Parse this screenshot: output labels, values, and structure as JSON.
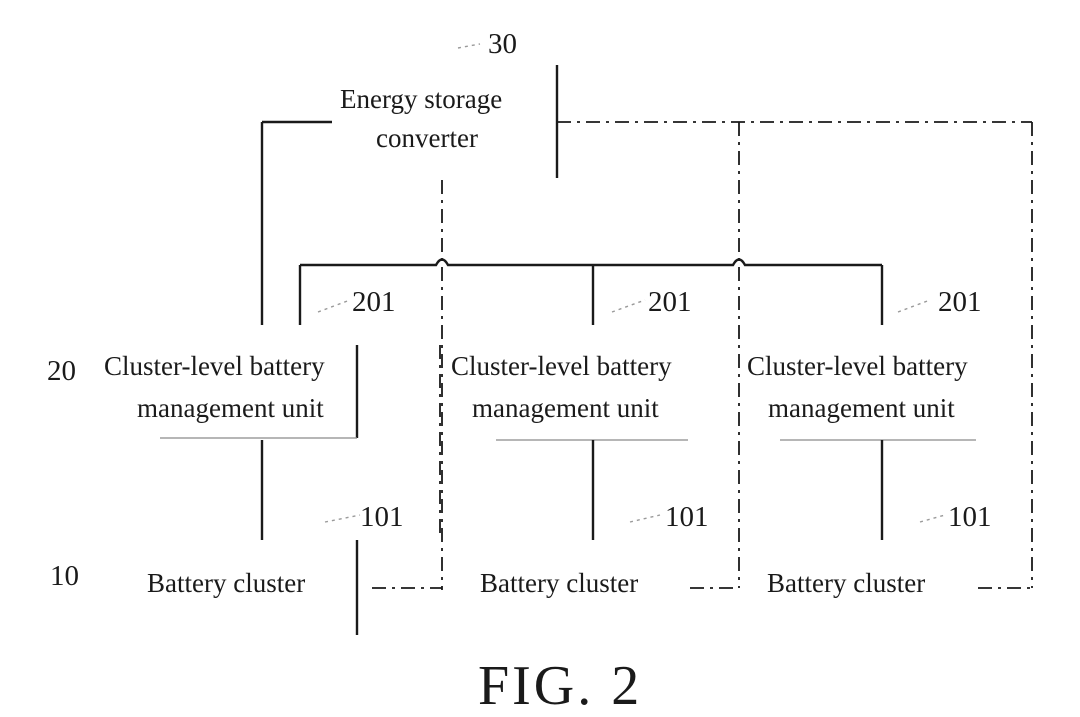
{
  "converter": {
    "ref": "30",
    "line1": "Energy storage",
    "line2": "converter"
  },
  "layer_refs": {
    "bmu_layer": "20",
    "cluster_layer": "10"
  },
  "bmus": [
    {
      "ref": "201",
      "line1": "Cluster-level battery",
      "line2": "management unit"
    },
    {
      "ref": "201",
      "line1": "Cluster-level battery",
      "line2": "management unit"
    },
    {
      "ref": "201",
      "line1": "Cluster-level battery",
      "line2": "management unit"
    }
  ],
  "clusters": [
    {
      "ref": "101",
      "label": "Battery cluster"
    },
    {
      "ref": "101",
      "label": "Battery cluster"
    },
    {
      "ref": "101",
      "label": "Battery cluster"
    }
  ],
  "figure_label": "FIG. 2"
}
